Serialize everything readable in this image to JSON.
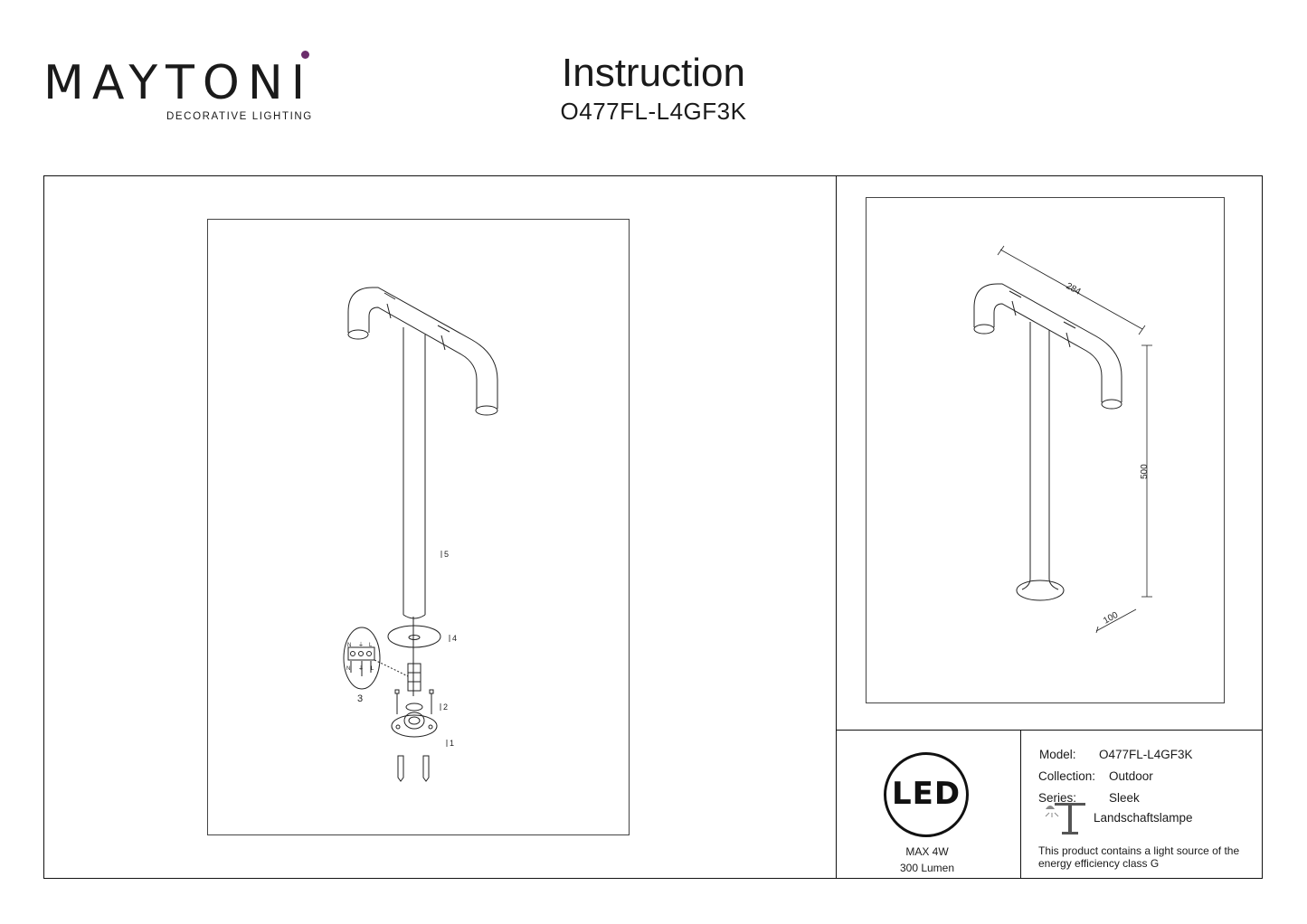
{
  "brand": {
    "name": "MAYTONI",
    "tagline": "DECORATIVE LIGHTING",
    "accent_color": "#6b2d6b"
  },
  "header": {
    "title": "Instruction",
    "model": "O477FL-L4GF3K"
  },
  "assembly": {
    "steps": [
      {
        "label": "5"
      },
      {
        "label": "4"
      },
      {
        "label": "3"
      },
      {
        "label": "2"
      },
      {
        "label": "1"
      }
    ],
    "wiring": {
      "terminal_top": [
        "N",
        "⏚",
        "L"
      ],
      "terminal_bottom": [
        "N",
        "⏚",
        "L"
      ]
    }
  },
  "dimensions": {
    "length": "284",
    "height": "500",
    "base": "100"
  },
  "led_badge": {
    "label": "LED",
    "power": "MAX 4W",
    "lumen": "300 Lumen"
  },
  "specs": {
    "model_label": "Model:",
    "model_value": "O477FL-L4GF3K",
    "collection_label": "Collection:",
    "collection_value": "Outdoor",
    "series_label": "Series:",
    "series_value": "Sleek",
    "type_value": "Landschaftslampe",
    "type_icon": "landscape-lamp-icon",
    "energy_note": "This product contains a light source of the energy efficiency class G"
  }
}
